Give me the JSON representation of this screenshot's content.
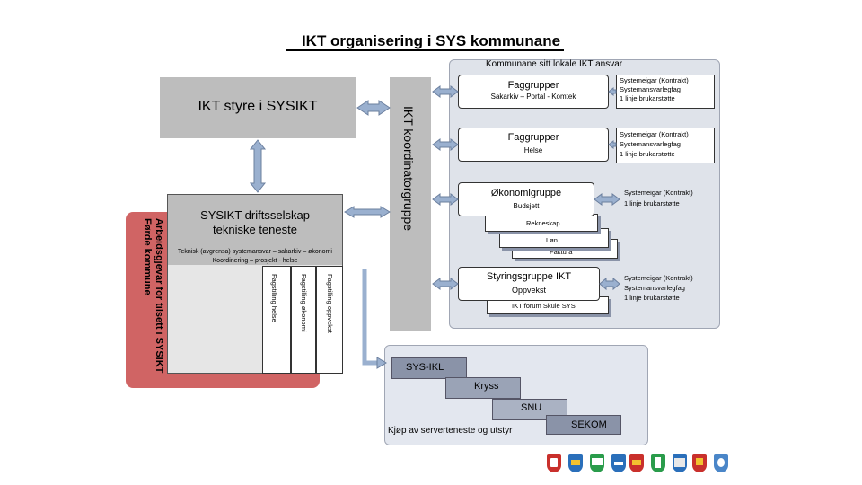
{
  "title": "IKT organisering i SYS kommunane",
  "local_panel": {
    "label": "Kommunane sitt lokale IKT ansvar",
    "groups": [
      {
        "name": "Faggrupper",
        "sub": "Sakarkiv – Portal - Komtek",
        "note": [
          "Systemeigar (Kontrakt)",
          "Systemansvarlegfag",
          "1 linje brukarstøtte"
        ]
      },
      {
        "name": "Faggrupper",
        "sub": "Helse",
        "note": [
          "Systemeigar (Kontrakt)",
          "Systemansvarlegfag",
          "1 linje brukarstøtte"
        ]
      },
      {
        "name": "Økonomigruppe",
        "sub": "Budsjett",
        "note": [
          "Systemeigar (Kontrakt)",
          "1 linje brukarstøtte"
        ]
      },
      {
        "name": "Styringsgruppe IKT",
        "sub": "Oppvekst",
        "note": [
          "Systemeigar (Kontrakt)",
          "Systemansvarlegfag",
          "1 linje brukarstøtte"
        ]
      }
    ],
    "stack_economy": [
      "Rekneskap",
      "Løn",
      "Faktura"
    ],
    "forum": "IKT forum Skule SYS"
  },
  "styre": "IKT styre i SYSIKT",
  "koordinator": "IKT koordinatorgruppe",
  "driftsselskap": {
    "title_line1": "SYSIKT driftsselskap",
    "title_line2": "tekniske teneste",
    "desc_line1": "Teknisk (avgrensa) systemansvar – sakarkiv – økonomi",
    "desc_line2": "Koordinering – prosjekt - helse",
    "columns": [
      "Fagstilling helse",
      "Fagstilling økonomi",
      "Fagstilling oppvekst"
    ]
  },
  "employer": {
    "line1": "Arbeidsgjevar for tilsett i SYSIKT",
    "line2": "Førde kommune"
  },
  "sys_ikl": {
    "items": [
      "SYS-IKL",
      "Kryss",
      "SNU",
      "SEKOM"
    ],
    "caption": "Kjøp av serverteneste og utstyr"
  },
  "colors": {
    "panel_bg": "#dfe3ea",
    "sys_ikl_bg": "#e3e7ef",
    "employer": "#d06464",
    "gray_box": "#bdbdbd",
    "arrow": "#9ab0cf",
    "stair_dark": "#8a93a8"
  },
  "crests": [
    "crest-1-icon",
    "crest-2-icon",
    "crest-3-icon",
    "crest-4-icon",
    "crest-5-icon",
    "crest-6-icon",
    "crest-7-icon",
    "crest-8-icon",
    "crest-9-icon"
  ]
}
